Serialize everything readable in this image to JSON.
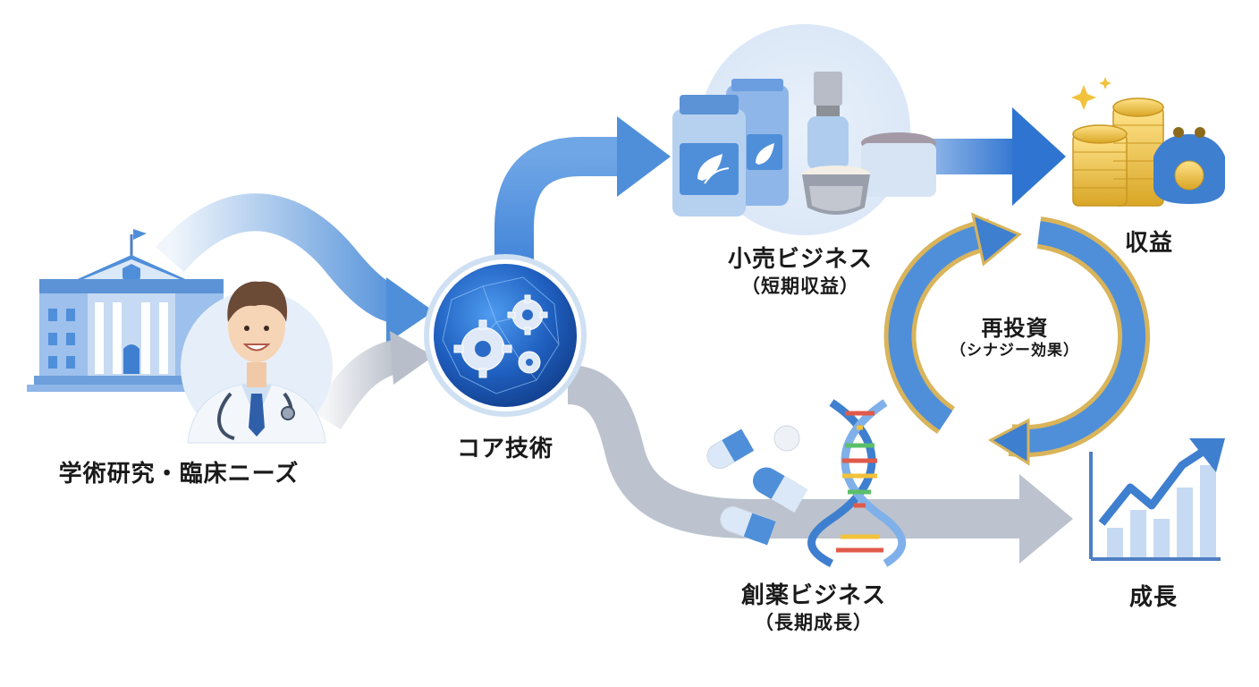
{
  "nodes": {
    "source": {
      "label": "学術研究・臨床ニーズ"
    },
    "core": {
      "label": "コア技術"
    },
    "retail": {
      "label": "小売ビジネス",
      "sublabel": "（短期収益）"
    },
    "revenue": {
      "label": "収益"
    },
    "pharma": {
      "label": "創薬ビジネス",
      "sublabel": "（長期成長）"
    },
    "growth": {
      "label": "成長"
    },
    "reinvest": {
      "label": "再投資",
      "sublabel": "（シナジー効果）"
    }
  },
  "icons": {
    "university": "university-building-icon",
    "doctor": "doctor-icon",
    "core": "gears-network-icon",
    "retail": "products-jars-icon",
    "revenue": "coins-purse-icon",
    "pharma": "pills-dna-icon",
    "growth": "growth-chart-icon",
    "cycle": "reinvest-cycle-icon"
  },
  "colors": {
    "blue_arrow": "#4f8fd9",
    "gray_arrow": "#b9bfca",
    "gold": "#d9b45a",
    "core_blue": "#1f5fbf"
  }
}
